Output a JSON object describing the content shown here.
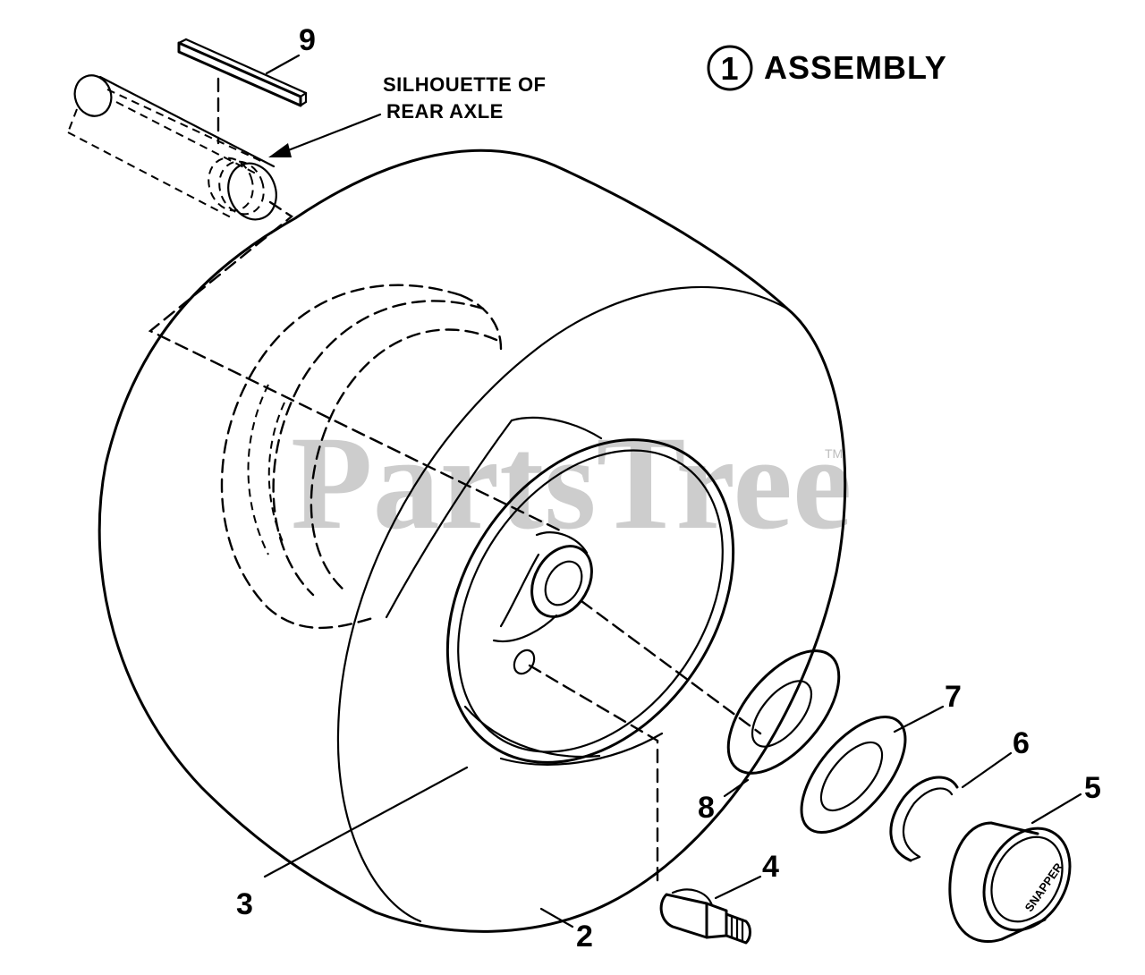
{
  "title": {
    "circle_number": "1",
    "text": "ASSEMBLY"
  },
  "callout": {
    "line1": "SILHOUETTE OF",
    "line2": "REAR AXLE"
  },
  "part_numbers": {
    "p2": "2",
    "p3": "3",
    "p4": "4",
    "p5": "5",
    "p6": "6",
    "p7": "7",
    "p8": "8",
    "p9": "9"
  },
  "watermark": {
    "text": "PartsTree",
    "tm": "TM"
  },
  "cap_brand": "SNAPPER"
}
